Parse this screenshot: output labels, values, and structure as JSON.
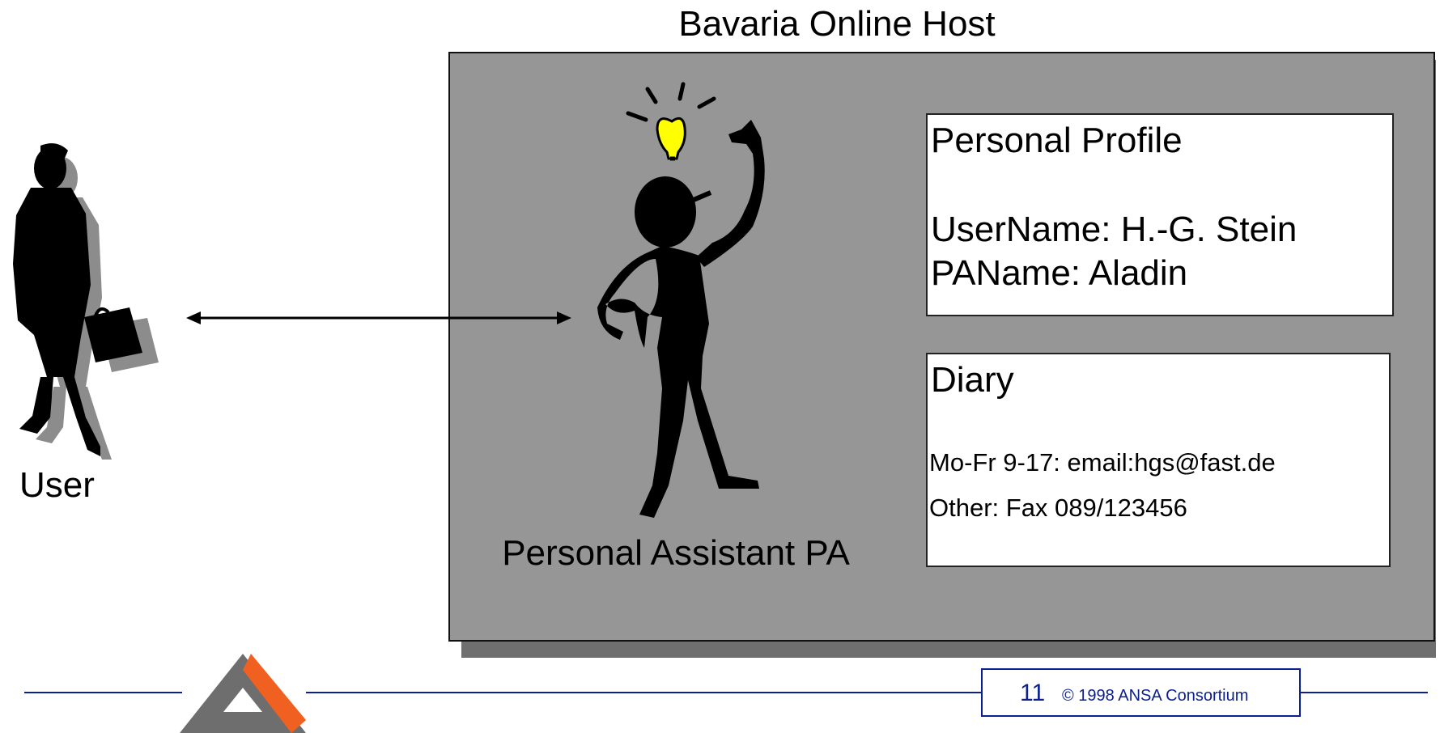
{
  "host": {
    "title": "Bavaria Online Host"
  },
  "assistant": {
    "label": "Personal Assistant PA"
  },
  "user": {
    "label": "User"
  },
  "profile": {
    "title": "Personal Profile",
    "username": "UserName: H.-G. Stein",
    "paname": "PAName: Aladin"
  },
  "diary": {
    "title": "Diary",
    "line1": "Mo-Fr 9-17: email:hgs@fast.de",
    "line2": "Other: Fax 089/123456"
  },
  "footer": {
    "page_number": "11",
    "copyright": "© 1998 ANSA Consortium"
  },
  "colors": {
    "host_fill": "#969696",
    "host_shadow": "#6f6f6f",
    "footer_blue": "#0b1f8f",
    "logo_orange": "#f06020",
    "logo_gray": "#6e6e6e",
    "bulb_yellow": "#ffff00"
  },
  "icons": [
    "user-silhouette-icon",
    "stick-figure-icon",
    "lightbulb-icon",
    "ansa-logo-icon"
  ]
}
